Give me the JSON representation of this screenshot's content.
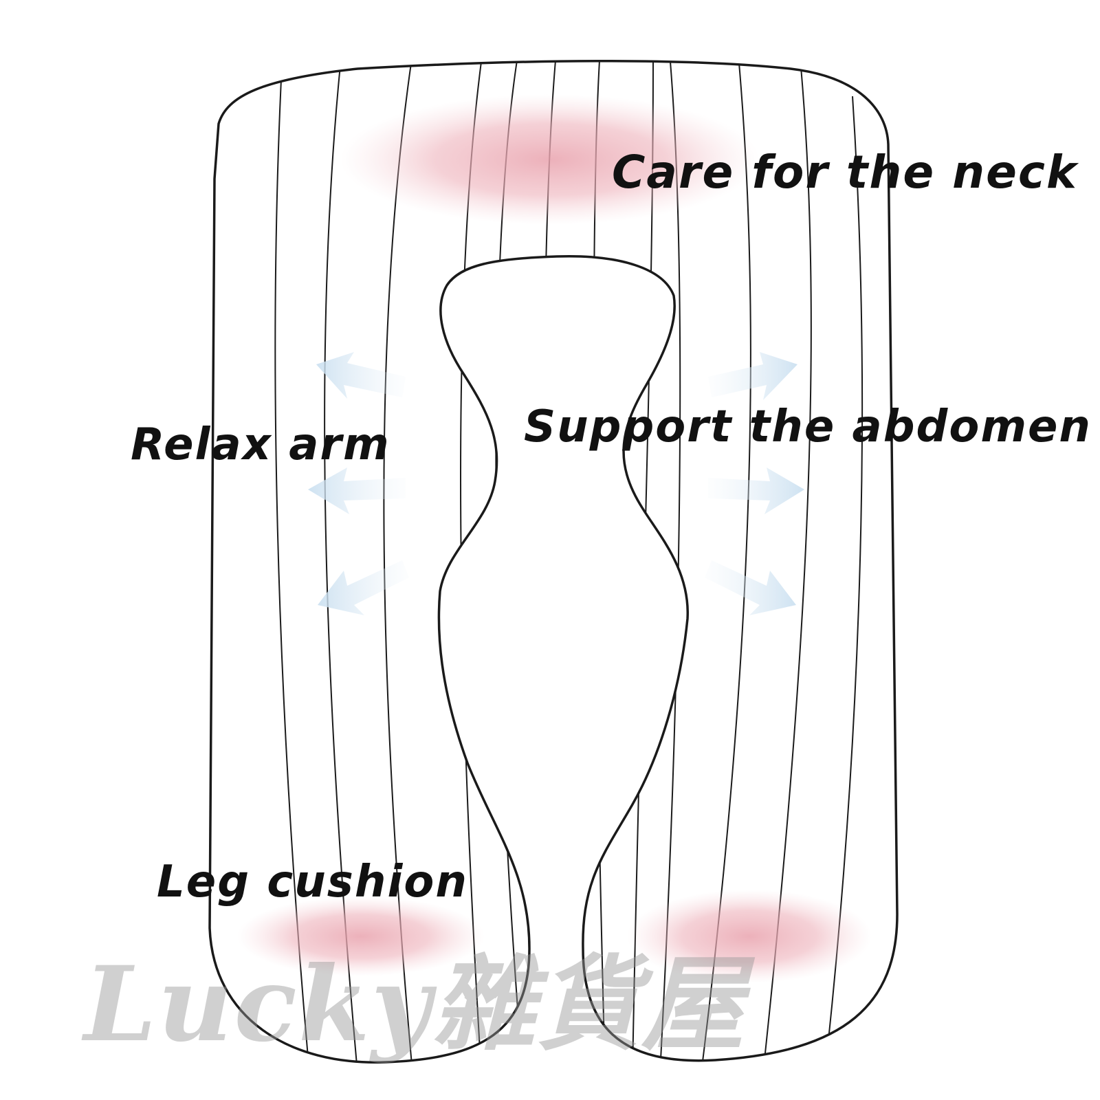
{
  "labels": {
    "neck": "Care for the neck",
    "abdomen": "Support the abdomen",
    "arm": "Relax arm",
    "leg": "Leg cushion"
  },
  "watermark": "Lucky雜貨屋",
  "colors": {
    "outline": "#1a1a1a",
    "pressure_zone": "#e9a3ae",
    "arrow": "#cfe3ef",
    "label_text": "#111111",
    "watermark": "#9a9a9a"
  }
}
